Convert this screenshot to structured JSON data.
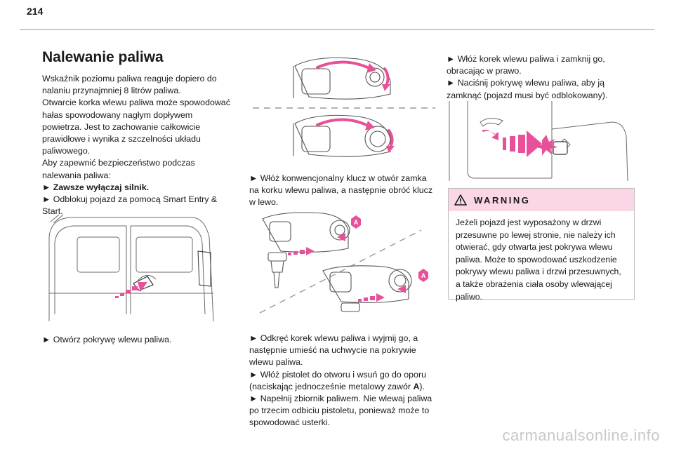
{
  "page": {
    "number": "214",
    "watermark": "carmanualsonline.info"
  },
  "col1": {
    "title": "Nalewanie paliwa",
    "intro": "Wskaźnik poziomu paliwa reaguje dopiero do nalaniu przynajmniej 8 litrów paliwa.",
    "para2": "Otwarcie korka wlewu paliwa może spowodować hałas spowodowany nagłym dopływem powietrza. Jest to zachowanie całkowicie prawidłowe i wynika z szczelności układu paliwowego.",
    "para3": "Aby zapewnić bezpieczeństwo podczas nalewania paliwa:",
    "step_engine": "Zawsze wyłączaj silnik.",
    "step_unlock": "Odblokuj pojazd za pomocą Smart Entry & Start.",
    "step_open": "Otwórz pokrywę wlewu paliwa."
  },
  "col2": {
    "step_key": "Włóż konwencjonalny klucz w otwór zamka na korku wlewu paliwa, a następnie obróć klucz w lewo.",
    "step_unscrew": "Odkręć korek wlewu paliwa i wyjmij go, a następnie umieść na uchwycie na pokrywie wlewu paliwa.",
    "step_nozzle_pre": "Włóż pistolet do otworu i wsuń go do oporu (naciskając jednocześnie metalowy zawór ",
    "valve_letter": "A",
    "step_nozzle_post": ").",
    "step_fill": "Napełnij zbiornik paliwem. Nie wlewaj paliwa po trzecim odbiciu pistoletu, ponieważ może to spowodować usterki.",
    "callout_a_1": "A",
    "callout_a_2": "A"
  },
  "col3": {
    "step_close": "Włóż korek wlewu paliwa i zamknij go, obracając w prawo.",
    "step_press": "Naciśnij pokrywę wlewu paliwa, aby ją zamknąć (pojazd musi być odblokowany).",
    "warning": {
      "title": "WARNING",
      "body": "Jeżeli pojazd jest wyposażony w drzwi przesuwne po lewej stronie, nie należy ich otwierać, gdy otwarta jest pokrywa wlewu paliwa. Może to spowodować uszkodzenie pokrywy wlewu paliwa i drzwi przesuwnych, a także obrażenia ciała osoby wlewającej paliwo."
    }
  },
  "colors": {
    "accent_pink": "#e8519a",
    "warning_bg": "#fbd6e6",
    "line_gray": "#555555"
  }
}
